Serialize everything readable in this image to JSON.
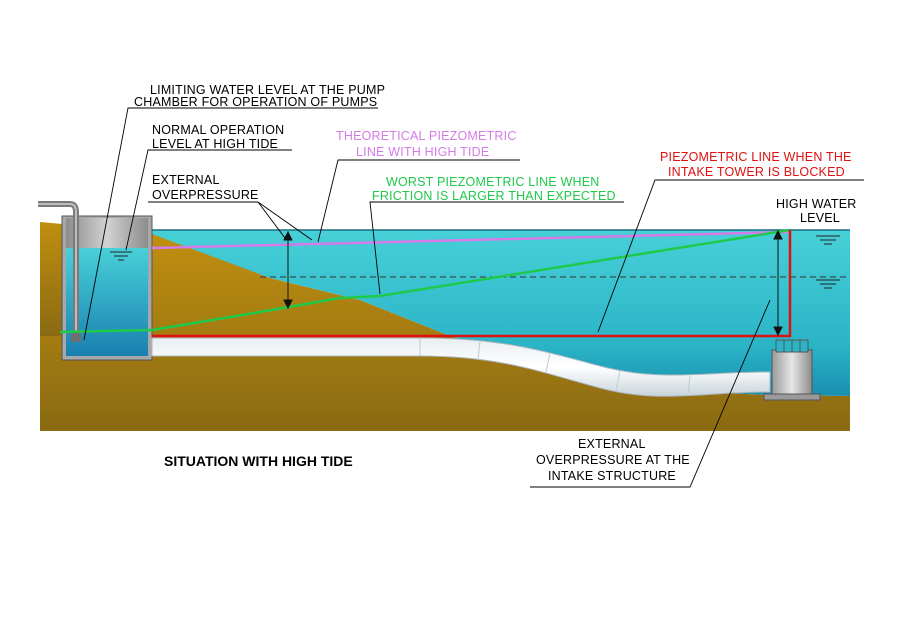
{
  "title": "SITUATION WITH HIGH TIDE",
  "labels": {
    "limiting_level": [
      "LIMITING WATER LEVEL AT THE PUMP",
      "CHAMBER FOR OPERATION OF PUMPS"
    ],
    "normal_operation": [
      "NORMAL OPERATION",
      "LEVEL AT HIGH TIDE"
    ],
    "external_overpressure": [
      "EXTERNAL",
      "OVERPRESSURE"
    ],
    "theoretical_line": [
      "THEORETICAL PIEZOMETRIC",
      "LINE WITH HIGH TIDE"
    ],
    "worst_line": [
      "WORST PIEZOMETRIC LINE WHEN",
      "FRICTION IS LARGER THAN EXPECTED"
    ],
    "blocked_line": [
      "PIEZOMETRIC LINE WHEN THE",
      "INTAKE TOWER IS BLOCKED"
    ],
    "high_water": [
      "HIGH WATER",
      "LEVEL"
    ],
    "intake_overpressure": [
      "EXTERNAL",
      "OVERPRESSURE AT THE",
      "INTAKE STRUCTURE"
    ]
  },
  "colors": {
    "soil": "#b8860b",
    "water": "#3cc3cf",
    "theoretical": "#d47be8",
    "worst": "#1fc94a",
    "blocked": "#e01010",
    "leader": "#000000"
  }
}
